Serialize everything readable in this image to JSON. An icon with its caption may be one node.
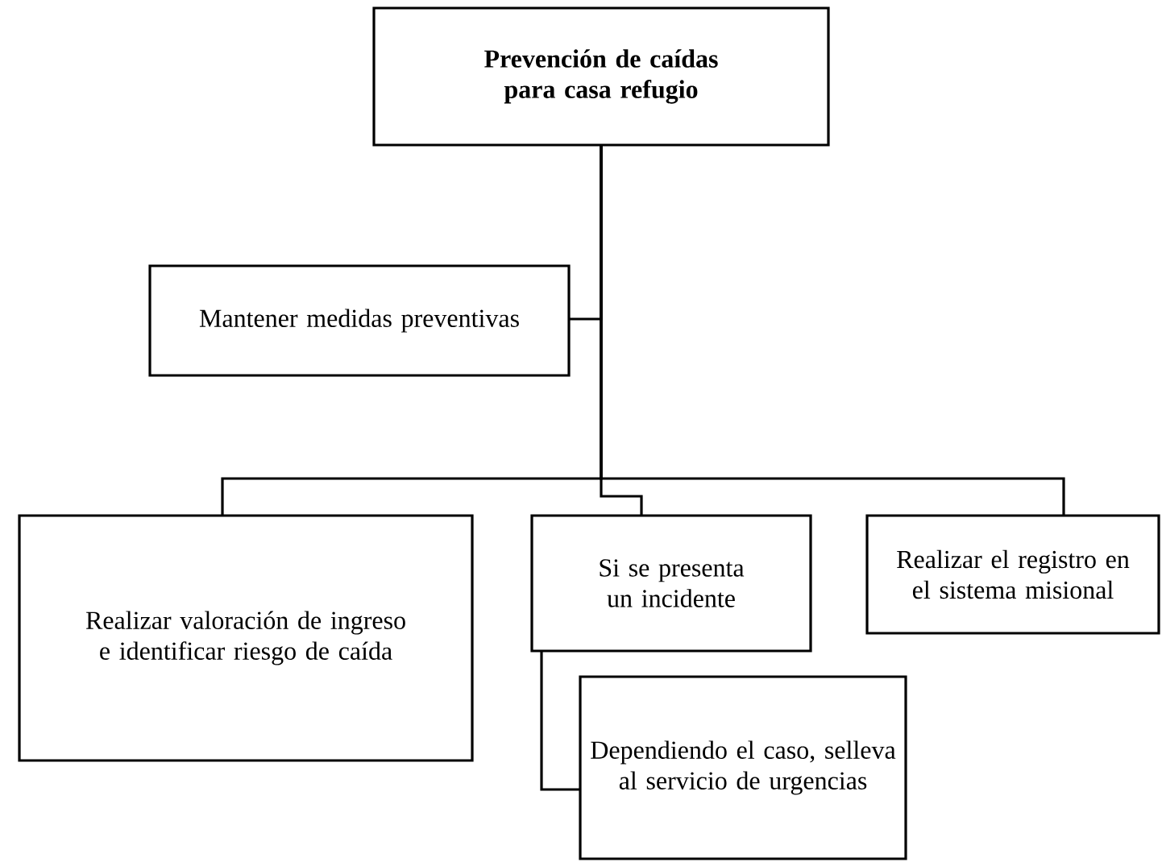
{
  "diagram": {
    "nodes": [
      {
        "text": [
          "Prevención de caídas para casa refugio"
        ]
      },
      {
        "text": [
          "Mantener medidas preventivas"
        ]
      },
      {
        "text": [
          "Realizar valoración de ingreso e identificar riesgo de caída"
        ]
      },
      {
        "text": [
          "Si se presenta un incidente"
        ]
      },
      {
        "text": [
          "Realizar el registro en el sistema misional"
        ]
      },
      {
        "text": [
          "Dependiendo el caso, selleva al servicio de urgencias"
        ]
      }
    ],
    "edges": [
      {
        "from": 0,
        "to": 1,
        "arrow": "none"
      },
      {
        "from": 0,
        "to": 2,
        "arrow": "none"
      },
      {
        "from": 0,
        "to": 3,
        "arrow": "none"
      },
      {
        "from": 0,
        "to": 4,
        "arrow": "none"
      },
      {
        "from": 3,
        "to": 5,
        "arrow": "none"
      }
    ]
  }
}
